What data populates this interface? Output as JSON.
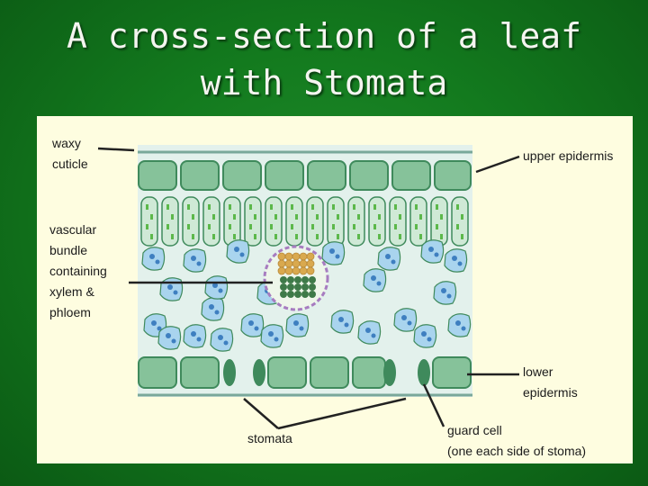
{
  "slide": {
    "title_line1": "A cross-section of a leaf",
    "title_line2": "with Stomata"
  },
  "diagram": {
    "labels": {
      "waxy_cuticle_1": "waxy",
      "waxy_cuticle_2": "cuticle",
      "upper_epidermis": "upper epidermis",
      "vascular_1": "vascular",
      "vascular_2": "bundle",
      "vascular_3": "containing",
      "vascular_4": "xylem &",
      "vascular_5": "phloem",
      "lower_epidermis_1": "lower",
      "lower_epidermis_2": "epidermis",
      "guard_cell_1": "guard cell",
      "guard_cell_2": "(one each side of stoma)",
      "stomata": "stomata"
    },
    "colors": {
      "cell_fill": "#cfe9d6",
      "cell_stroke": "#3f8a5c",
      "chloroplast": "#5cb84a",
      "spongy_cell": "#a9d4ee",
      "spongy_dot": "#3e7fc0",
      "xylem": "#d9a94e",
      "phloem": "#3e7a48",
      "bundle_ring": "#a77cc0"
    }
  }
}
